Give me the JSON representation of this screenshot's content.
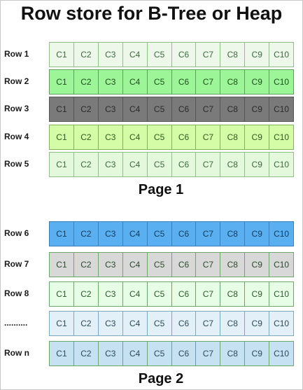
{
  "title": "Row store for B-Tree or Heap",
  "columns": [
    "C1",
    "C2",
    "C3",
    "C4",
    "C5",
    "C6",
    "C7",
    "C8",
    "C9",
    "C10"
  ],
  "pages": [
    {
      "label": "Page 1",
      "rows": [
        {
          "label": "Row 1",
          "fill": "#edf7ea",
          "border": "#8fbf86",
          "text": "#3b6a3b"
        },
        {
          "label": "Row 2",
          "fill": "#9cf596",
          "border": "#5ca05a",
          "text": "#1f4d1f"
        },
        {
          "label": "Row 3",
          "fill": "#7a7a7a",
          "border": "#555555",
          "text": "#2a2a2a"
        },
        {
          "label": "Row 4",
          "fill": "#d4fba6",
          "border": "#7fb35a",
          "text": "#2f5a1f"
        },
        {
          "label": "Row 5",
          "fill": "#e4f8dc",
          "border": "#8fbf86",
          "text": "#3b6a3b"
        }
      ]
    },
    {
      "label": "Page 2",
      "rows": [
        {
          "label": "Row 6",
          "fill": "#5aaff0",
          "border": "#3a7fb8",
          "text": "#123a5a"
        },
        {
          "label": "Row 7",
          "fill": "#d8d8d8",
          "border": "#6aa86a",
          "text": "#2a4a2a"
        },
        {
          "label": "Row 8",
          "fill": "#e8fde5",
          "border": "#6aa86a",
          "text": "#2a5a2a"
        },
        {
          "label": "..........",
          "fill": "#e3f0f7",
          "border": "#7aa8c0",
          "text": "#2a4a5a"
        },
        {
          "label": "Row n",
          "fill": "#c5e1f2",
          "border": "#6aa86a",
          "text": "#2a4a5a"
        }
      ]
    }
  ]
}
